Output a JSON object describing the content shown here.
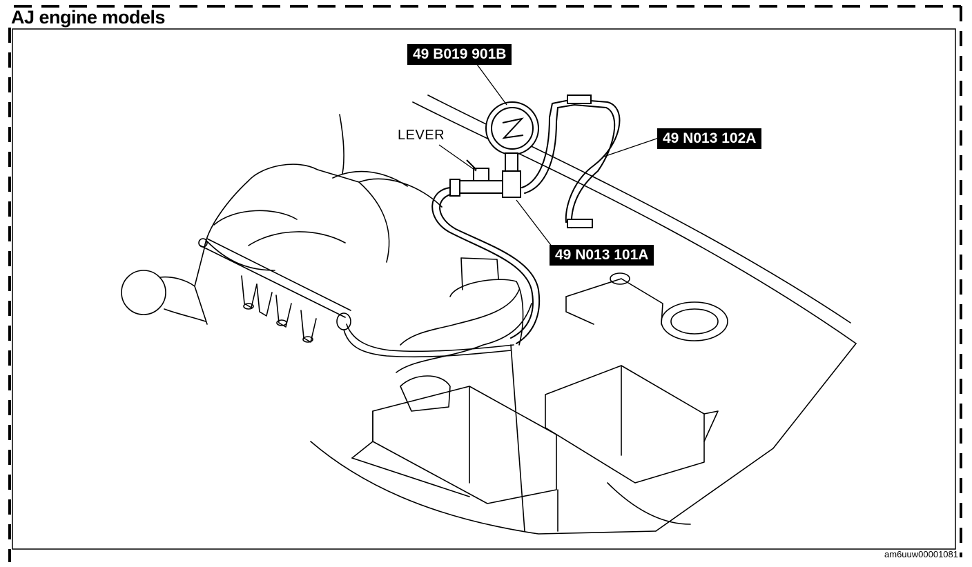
{
  "heading": "AJ engine models",
  "callouts": {
    "gauge": "49 B019 901B",
    "hose": "49 N013 102A",
    "adapter": "49 N013 101A"
  },
  "lever_label": "LEVER",
  "figure_id": "am6uuw00001081",
  "icons": [
    "pressure-gauge-icon",
    "fuel-hose-icon",
    "lever-valve-icon"
  ]
}
